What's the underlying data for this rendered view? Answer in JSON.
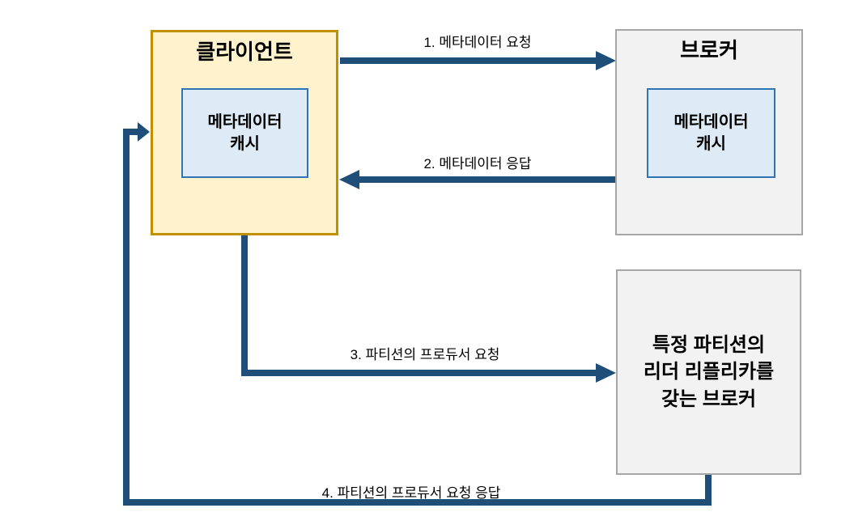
{
  "diagram": {
    "background": "#FFFFFF",
    "arrow_color": "#1F4E79",
    "nodes": {
      "client": {
        "label": "클라이언트",
        "cache_label": "메타데이터\n캐시",
        "fill": "#FFF2CC",
        "border": "#BF9000"
      },
      "broker": {
        "label": "브로커",
        "cache_label": "메타데이터\n캐시",
        "fill": "#F2F2F2",
        "border": "#A6A6A6"
      },
      "leader_broker": {
        "label": "특정 파티션의\n리더 리플리카를\n갖는 브로커",
        "fill": "#F2F2F2",
        "border": "#A6A6A6"
      },
      "cache_fill": "#DEEAF6",
      "cache_border": "#2E75B6"
    },
    "arrows": [
      {
        "step": 1,
        "label": "1. 메타데이터 요청",
        "from": "client",
        "to": "broker"
      },
      {
        "step": 2,
        "label": "2. 메타데이터 응답",
        "from": "broker",
        "to": "client"
      },
      {
        "step": 3,
        "label": "3. 파티션의 프로듀서 요청",
        "from": "client",
        "to": "leader_broker"
      },
      {
        "step": 4,
        "label": "4. 파티션의 프로듀서 요청 응답",
        "from": "leader_broker",
        "to": "client"
      }
    ]
  }
}
